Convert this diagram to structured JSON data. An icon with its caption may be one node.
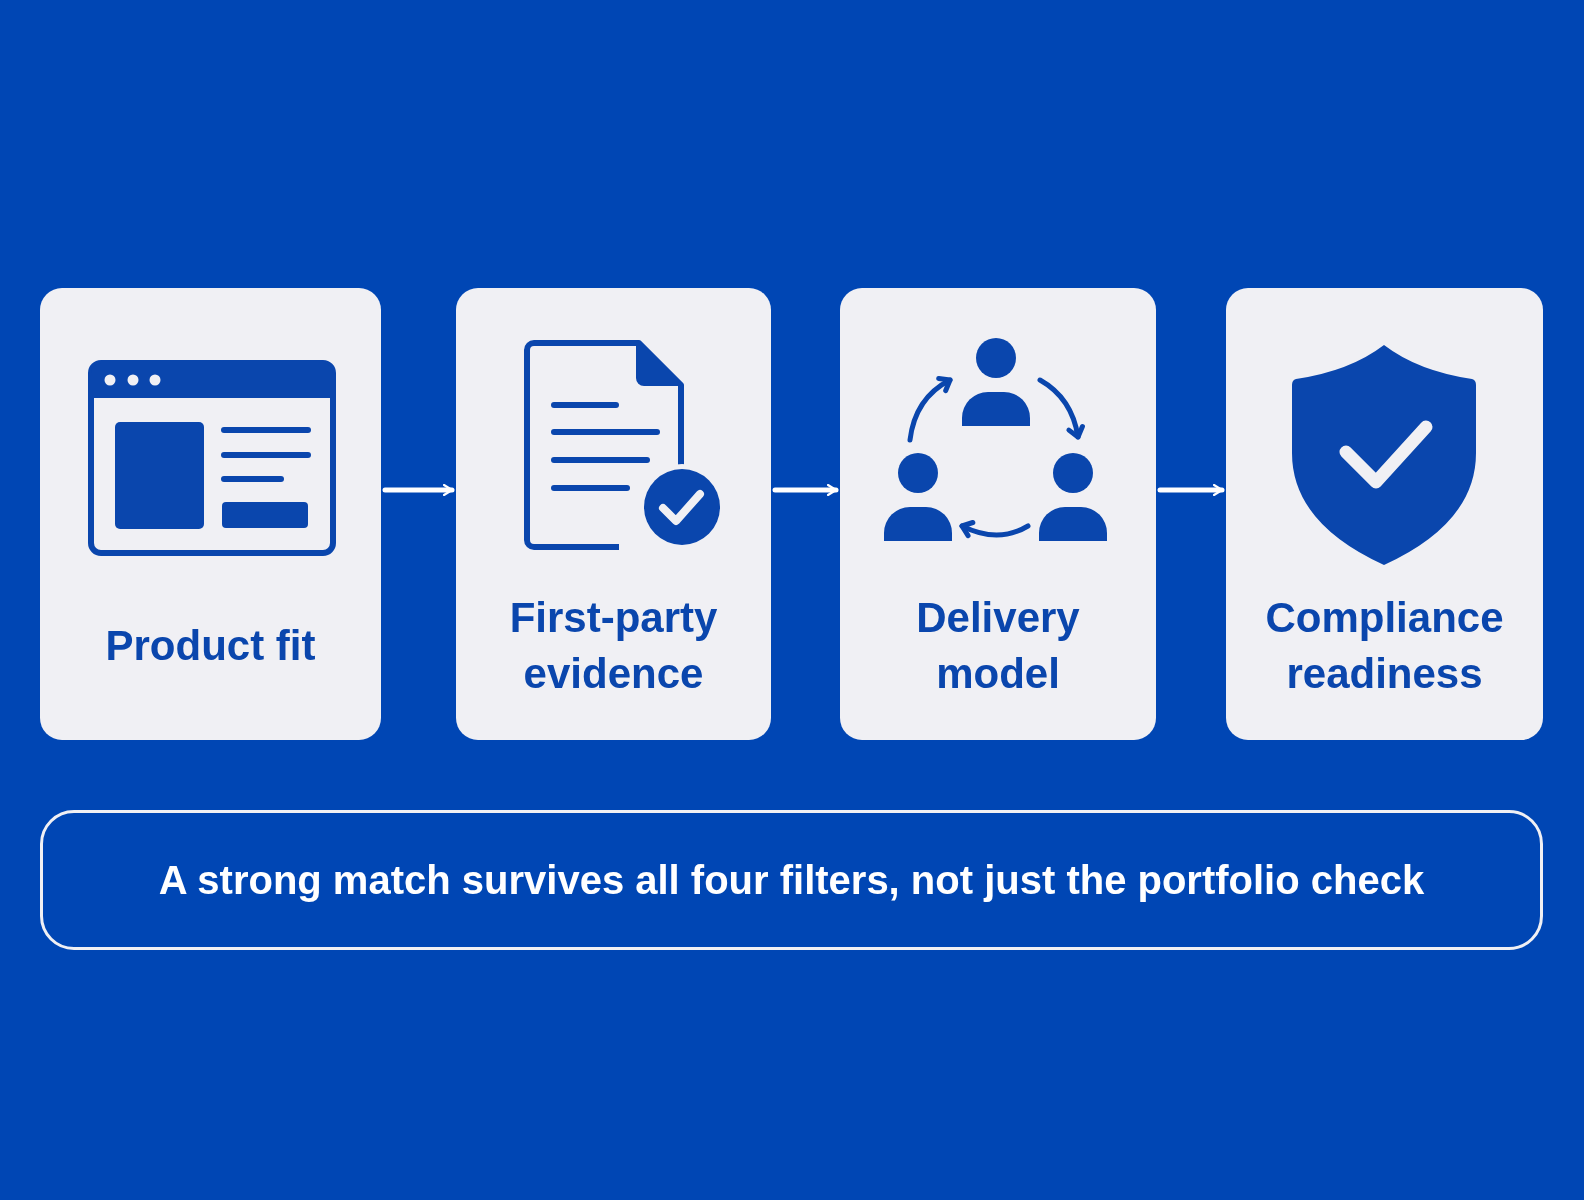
{
  "diagram": {
    "nodes": [
      {
        "text": [
          "Product fit"
        ]
      },
      {
        "text": [
          "First-party evidence"
        ]
      },
      {
        "text": [
          "Delivery model"
        ]
      },
      {
        "text": [
          "Compliance readiness"
        ]
      },
      {
        "text": [
          "A strong match survives all four filters, not just the portfolio check"
        ]
      }
    ],
    "edges": [
      {
        "from": 0,
        "to": 1,
        "arrow": "to"
      },
      {
        "from": 1,
        "to": 2,
        "arrow": "to"
      },
      {
        "from": 2,
        "to": 3,
        "arrow": "to"
      }
    ]
  }
}
